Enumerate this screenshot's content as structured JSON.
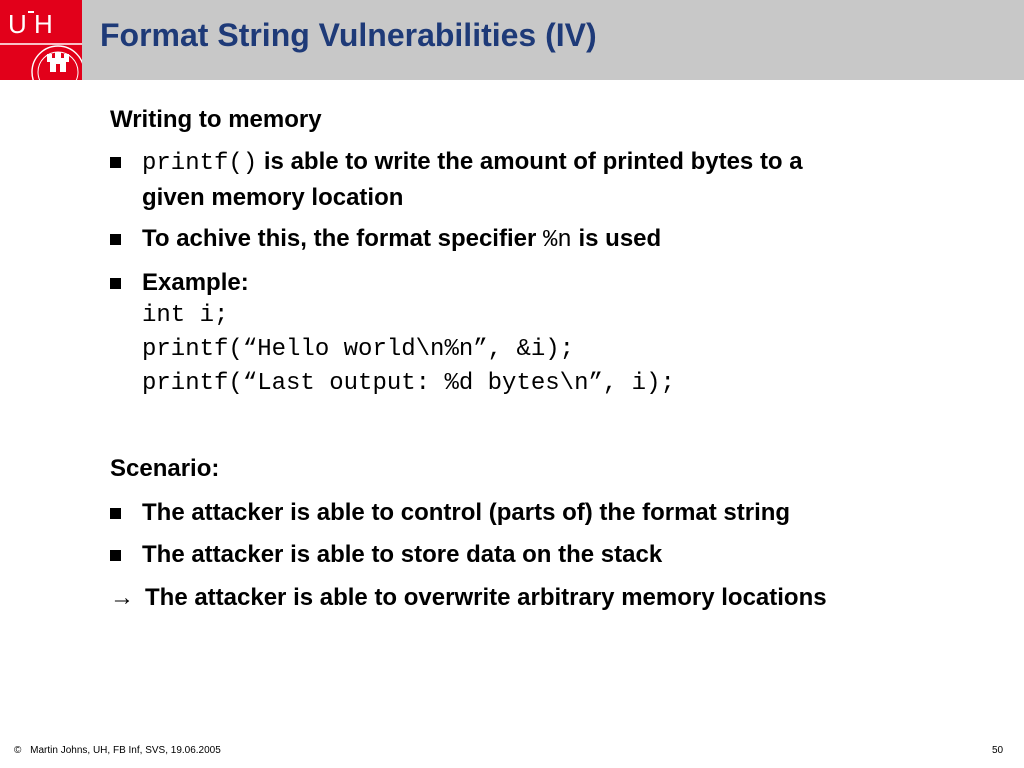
{
  "logo": {
    "text": "UH"
  },
  "slide": {
    "title": "Format String Vulnerabilities (IV)",
    "section1": {
      "heading": "Writing to memory",
      "bullet1_code": "printf()",
      "bullet1_text_a": " is able to write the amount of printed bytes to a",
      "bullet1_text_b": "given memory location",
      "bullet2_text": "To achive this, the format specifier ",
      "bullet2_code": "%n",
      "bullet2_text_tail": " is used",
      "bullet3_label": "Example:",
      "code_lines": [
        "int i;",
        "printf(“Hello world\\n%n”, &i);",
        "printf(“Last output: %d bytes\\n”, i);"
      ]
    },
    "section2": {
      "heading": "Scenario:",
      "bullets": [
        "The attacker is able to control (parts of) the format string",
        "The attacker is able to store data on the stack"
      ],
      "conclusion_arrow": "→",
      "conclusion_text": "The attacker is able to overwrite arbitrary memory locations"
    }
  },
  "footer": {
    "copyright_symbol": "©",
    "credit": "Martin Johns, UH, FB Inf, SVS, 19.06.2005",
    "page_number": "50"
  },
  "colors": {
    "header_bg": "#c8c8c8",
    "title": "#1e3a78",
    "logo_bg": "#e2001a"
  }
}
